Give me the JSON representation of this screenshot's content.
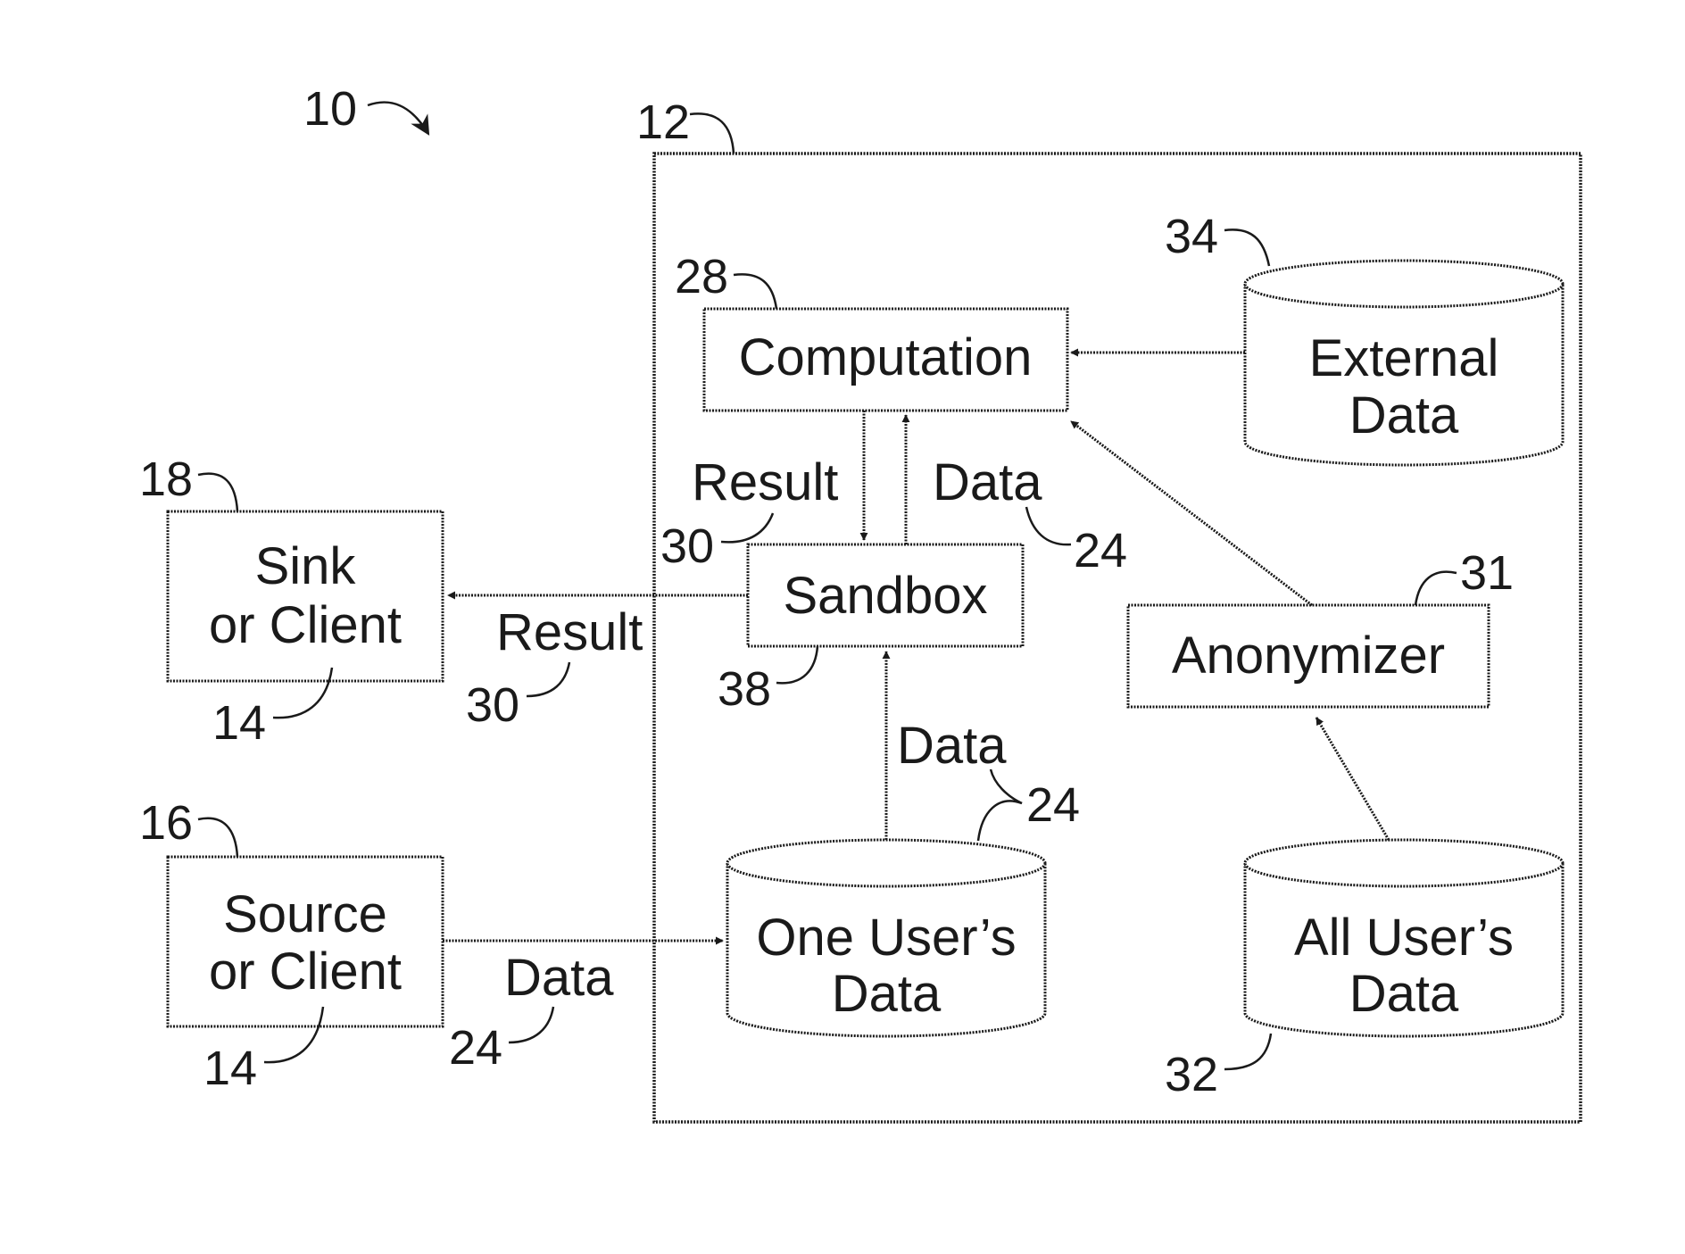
{
  "figure_ref": "10",
  "system": {
    "ref": "12"
  },
  "nodes": {
    "computation": {
      "label": "Computation",
      "ref": "28"
    },
    "external_data": {
      "label_line1": "External",
      "label_line2": "Data",
      "ref": "34"
    },
    "sandbox": {
      "label": "Sandbox",
      "ref": "38"
    },
    "anonymizer": {
      "label": "Anonymizer",
      "ref": "31"
    },
    "one_users_data": {
      "label_line1": "One User’s",
      "label_line2": "Data",
      "ref": "24"
    },
    "all_users_data": {
      "label_line1": "All User’s",
      "label_line2": "Data",
      "ref": "32"
    },
    "sink": {
      "label_line1": "Sink",
      "label_line2": "or Client",
      "ref": "18",
      "ref2": "14"
    },
    "source": {
      "label_line1": "Source",
      "label_line2": "or Client",
      "ref": "16",
      "ref2": "14"
    }
  },
  "edges": {
    "result_down": {
      "label": "Result",
      "ref": "30"
    },
    "data_up": {
      "label": "Data",
      "ref": "24"
    },
    "result_out": {
      "label": "Result",
      "ref": "30"
    },
    "data_to_sandbox": {
      "label": "Data"
    },
    "data_in": {
      "label": "Data",
      "ref": "24"
    }
  }
}
